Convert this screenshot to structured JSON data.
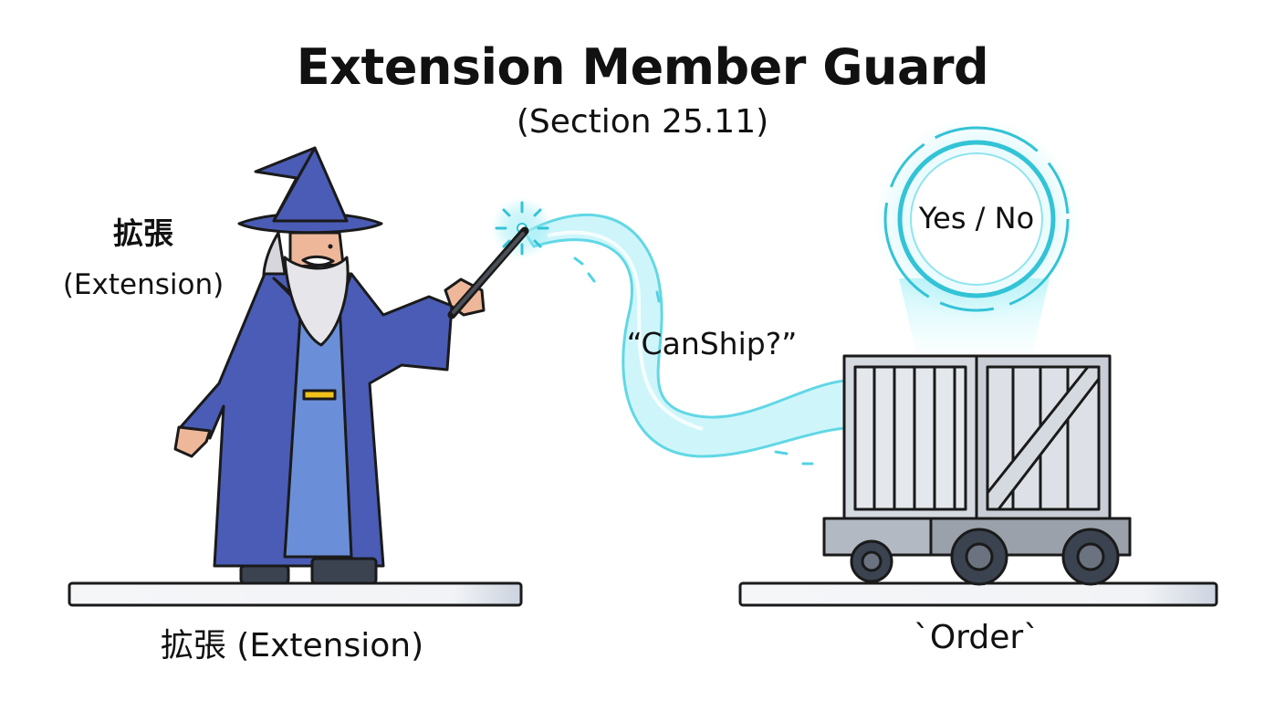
{
  "header": {
    "title": "Extension Member Guard",
    "subtitle": "(Section 25.11)"
  },
  "wizard": {
    "label_cjk": "拡張",
    "label_en": "(Extension)",
    "caption": "拡張 (Extension)"
  },
  "spell": {
    "query": "“CanShip?”"
  },
  "answer_bubble": {
    "text": "Yes / No"
  },
  "cart": {
    "caption": "`Order`"
  },
  "colors": {
    "robe": "#4a5cb5",
    "robe_inner": "#6a8fd8",
    "spell_glow": "#5ce1ee",
    "bubble_ring": "#33c3d6",
    "crate": "#d5d9e0",
    "cart": "#9aa1ab",
    "wheel": "#3b4350",
    "platform": "#f1f3f6"
  }
}
